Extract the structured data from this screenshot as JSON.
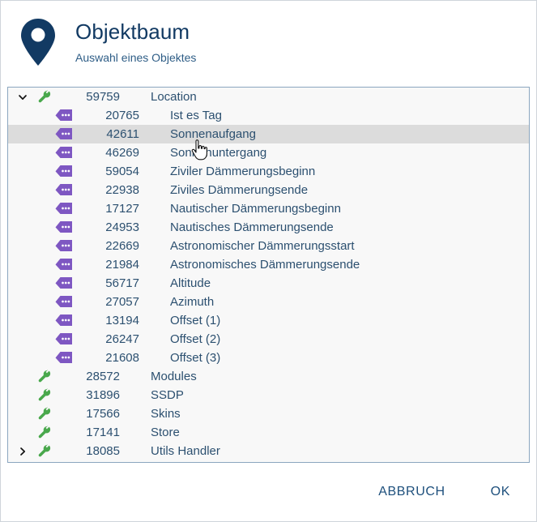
{
  "dialog": {
    "title": "Objektbaum",
    "subtitle": "Auswahl eines Objektes",
    "logo_icon": "map-pin-icon",
    "accent_color": "#123a63",
    "panel_background": "#f8f8f8",
    "selection_color": "#dcdcdc",
    "wrench_icon_color": "#49a84c",
    "tag_icon_color": "#7e57c2"
  },
  "tree": {
    "rows": [
      {
        "twisty": "chevron-down-icon",
        "icon": "wrench-icon",
        "depth": 0,
        "id": "59759",
        "label": "Location",
        "selected": false
      },
      {
        "twisty": "",
        "icon": "tag-dots-icon",
        "depth": 1,
        "id": "20765",
        "label": "Ist es Tag",
        "selected": false
      },
      {
        "twisty": "",
        "icon": "tag-dots-icon",
        "depth": 1,
        "id": "42611",
        "label": "Sonnenaufgang",
        "selected": true
      },
      {
        "twisty": "",
        "icon": "tag-dots-icon",
        "depth": 1,
        "id": "46269",
        "label": "Sonnenuntergang",
        "selected": false
      },
      {
        "twisty": "",
        "icon": "tag-dots-icon",
        "depth": 1,
        "id": "59054",
        "label": "Ziviler Dämmerungsbeginn",
        "selected": false
      },
      {
        "twisty": "",
        "icon": "tag-dots-icon",
        "depth": 1,
        "id": "22938",
        "label": "Ziviles Dämmerungsende",
        "selected": false
      },
      {
        "twisty": "",
        "icon": "tag-dots-icon",
        "depth": 1,
        "id": "17127",
        "label": "Nautischer Dämmerungsbeginn",
        "selected": false
      },
      {
        "twisty": "",
        "icon": "tag-dots-icon",
        "depth": 1,
        "id": "24953",
        "label": "Nautisches Dämmerungsende",
        "selected": false
      },
      {
        "twisty": "",
        "icon": "tag-dots-icon",
        "depth": 1,
        "id": "22669",
        "label": "Astronomischer Dämmerungsstart",
        "selected": false
      },
      {
        "twisty": "",
        "icon": "tag-dots-icon",
        "depth": 1,
        "id": "21984",
        "label": "Astronomisches Dämmerungsende",
        "selected": false
      },
      {
        "twisty": "",
        "icon": "tag-dots-icon",
        "depth": 1,
        "id": "56717",
        "label": "Altitude",
        "selected": false
      },
      {
        "twisty": "",
        "icon": "tag-dots-icon",
        "depth": 1,
        "id": "27057",
        "label": "Azimuth",
        "selected": false
      },
      {
        "twisty": "",
        "icon": "tag-dots-icon",
        "depth": 1,
        "id": "13194",
        "label": "Offset (1)",
        "selected": false
      },
      {
        "twisty": "",
        "icon": "tag-dots-icon",
        "depth": 1,
        "id": "26247",
        "label": "Offset (2)",
        "selected": false
      },
      {
        "twisty": "",
        "icon": "tag-dots-icon",
        "depth": 1,
        "id": "21608",
        "label": "Offset (3)",
        "selected": false
      },
      {
        "twisty": "",
        "icon": "wrench-icon",
        "depth": 0,
        "id": "28572",
        "label": "Modules",
        "selected": false
      },
      {
        "twisty": "",
        "icon": "wrench-icon",
        "depth": 0,
        "id": "31896",
        "label": "SSDP",
        "selected": false
      },
      {
        "twisty": "",
        "icon": "wrench-icon",
        "depth": 0,
        "id": "17566",
        "label": "Skins",
        "selected": false
      },
      {
        "twisty": "",
        "icon": "wrench-icon",
        "depth": 0,
        "id": "17141",
        "label": "Store",
        "selected": false
      },
      {
        "twisty": "chevron-right-icon",
        "icon": "wrench-icon",
        "depth": 0,
        "id": "18085",
        "label": "Utils Handler",
        "selected": false
      }
    ]
  },
  "footer": {
    "cancel_label": "ABBRUCH",
    "ok_label": "OK"
  },
  "cursor": {
    "icon": "pointing-hand-cursor"
  }
}
